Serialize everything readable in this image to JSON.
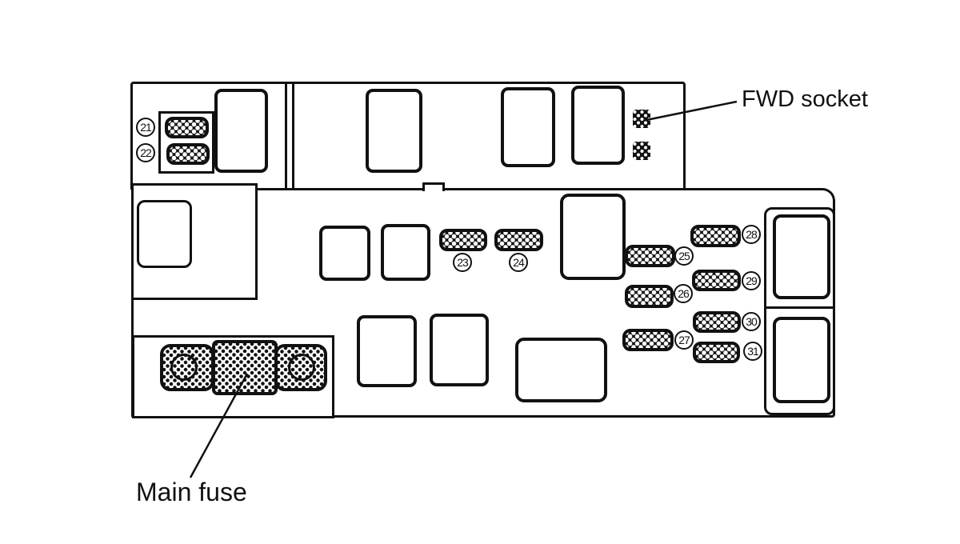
{
  "figure": {
    "kind": "fuse-box-diagram",
    "labels": {
      "fwd_socket": "FWD socket",
      "main_fuse": "Main fuse"
    },
    "fuses": [
      "21",
      "22",
      "23",
      "24",
      "25",
      "26",
      "27",
      "28",
      "29",
      "30",
      "31"
    ]
  },
  "colors": {
    "ink": "#111111",
    "paper": "#ffffff"
  }
}
